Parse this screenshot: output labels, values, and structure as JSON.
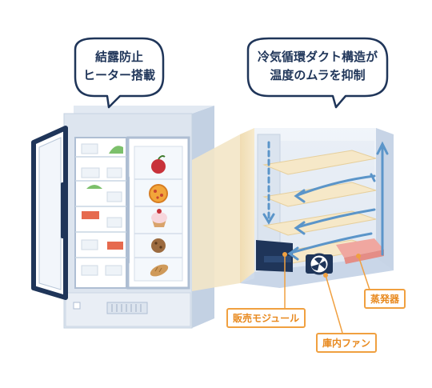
{
  "bubbles": {
    "left": {
      "line1": "結露防止",
      "line2": "ヒーター搭載"
    },
    "right": {
      "line1": "冷気循環ダクト構造が",
      "line2": "温度のムラを抑制"
    }
  },
  "labels": {
    "evaporator": "蒸発器",
    "vending_module": "販売モジュール",
    "fan": "庫内ファン"
  },
  "colors": {
    "navy": "#1f3559",
    "accent_orange": "#f0a040",
    "cool_blue": "#5b95c9",
    "panel_light": "#e6edf6"
  },
  "icons": [
    "apple-icon",
    "pizza-icon",
    "cupcake-icon",
    "cookie-icon",
    "bread-icon",
    "fan-icon"
  ]
}
